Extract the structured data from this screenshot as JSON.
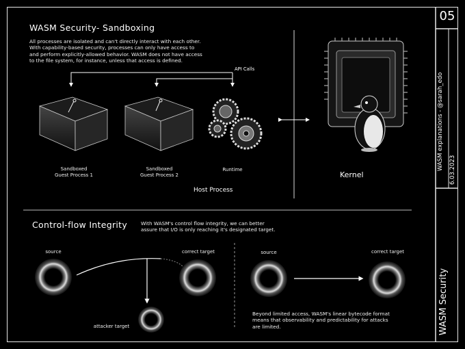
{
  "sandboxing": {
    "title": "WASM Security- Sandboxing",
    "description_lines": [
      "All processes are isolated and can't directly interact with each other.",
      "With capability-based security, processes can only have access to",
      "and perform explicitly-allowed behavior. WASM does not have access",
      "to the file system, for instance, unless that access is defined."
    ],
    "api_calls_label": "API Calls",
    "guest1_lines": [
      "Sandboxed",
      "Guest Process 1"
    ],
    "guest2_lines": [
      "Sandboxed",
      "Guest Process 2"
    ],
    "runtime_label": "Runtime",
    "host_process_label": "Host Process",
    "kernel_label": "Kernel"
  },
  "cfi": {
    "title": "Control-flow Integrity",
    "description_lines": [
      "With WASM's control flow integrity, we can better",
      "assure that I/O is only reaching it's designated target."
    ],
    "left_source_label": "source",
    "left_correct_target_label": "correct target",
    "attacker_target_label": "attacker target",
    "right_source_label": "source",
    "right_correct_target_label": "correct target",
    "footer_lines": [
      "Beyond limited access, WASM's linear bytecode format",
      "means that observability and predictability for attacks",
      "are limited."
    ]
  },
  "sidebar": {
    "page_number": "05",
    "series_credit": "WASM explanations - @sarah_edo",
    "date": "6.03.2023",
    "series_title": "WASM Security"
  }
}
